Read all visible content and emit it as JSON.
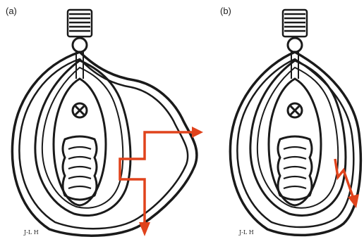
{
  "figure": {
    "panels": [
      {
        "label": "(a)",
        "signature": "J-L H",
        "arrow_color": "#e0431c",
        "outline_color": "#1a1a1a"
      },
      {
        "label": "(b)",
        "signature": "J-L H",
        "arrow_color": "#e0431c",
        "outline_color": "#1a1a1a"
      }
    ]
  }
}
